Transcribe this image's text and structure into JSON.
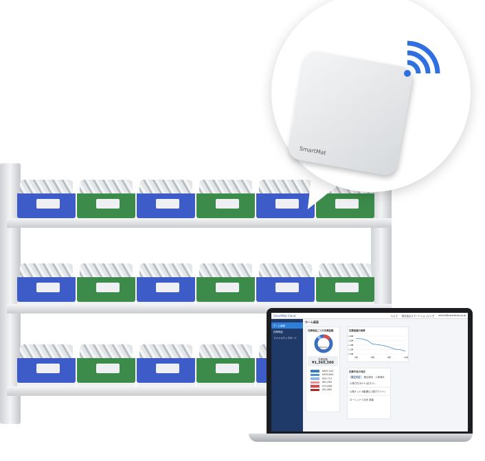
{
  "device": {
    "brand": "SmartMat"
  },
  "shelf": {
    "rows": [
      [
        "#3d5cc8",
        "#3c8b4b",
        "#3d5cc8",
        "#3c8b4b",
        "#3d5cc8",
        "#3c8b4b"
      ],
      [
        "#3d5cc8",
        "#3c8b4b",
        "#3d5cc8",
        "#3c8b4b",
        "#3d5cc8",
        "#3c8b4b"
      ],
      [
        "#3d5cc8",
        "#3c8b4b",
        "#3d5cc8",
        "#3c8b4b",
        "#3d5cc8"
      ]
    ]
  },
  "app": {
    "logo": "SmartMat Cloud",
    "header_help": "ヘルプ",
    "header_company": "株式会社スマートショッピング",
    "header_user": "admin@smartmat.co.jp",
    "sidebar": [
      "ホーム画面",
      "在庫商品",
      "ファイルアップロード"
    ],
    "page_title": "ホーム画面",
    "donut_title": "在庫商品ごとの在庫金額",
    "donut_center": "¥69,412",
    "total_label": "在庫金額",
    "total_value": "¥1,360,300",
    "table": [
      {
        "color": "#3a7cc4",
        "value": "¥845,532"
      },
      {
        "color": "#4e8fd0",
        "value": "¥300,844"
      },
      {
        "color": "#8cb9e6",
        "value": "¥35,713"
      },
      {
        "color": "#e98f8f",
        "value": "¥61,063"
      },
      {
        "color": "#d45050",
        "value": "¥75,806"
      },
      {
        "color": "#a82828",
        "value": "¥51,662"
      }
    ],
    "line_title": "在庫金額の推移",
    "line_values": [
      1.7,
      1.68,
      1.62,
      1.45,
      1.42,
      1.38,
      1.32,
      1.22,
      1.2,
      1.12
    ],
    "yticks": [
      "1.8M",
      "1.6M",
      "1.4M",
      "1.2M",
      "1.0M"
    ],
    "xticks": [
      "3月",
      "6月",
      "9月",
      "12月"
    ],
    "order_title": "在庫不足の対応",
    "order_tabs": [
      "発注予定",
      "発注済み",
      "入荷済み"
    ],
    "orders": [
      "六角穴付ボルト(全ネジ)",
      "六角ナット1種(鋼)(三価ホワイト)",
      "ローレットつまみ 真鍮"
    ]
  }
}
